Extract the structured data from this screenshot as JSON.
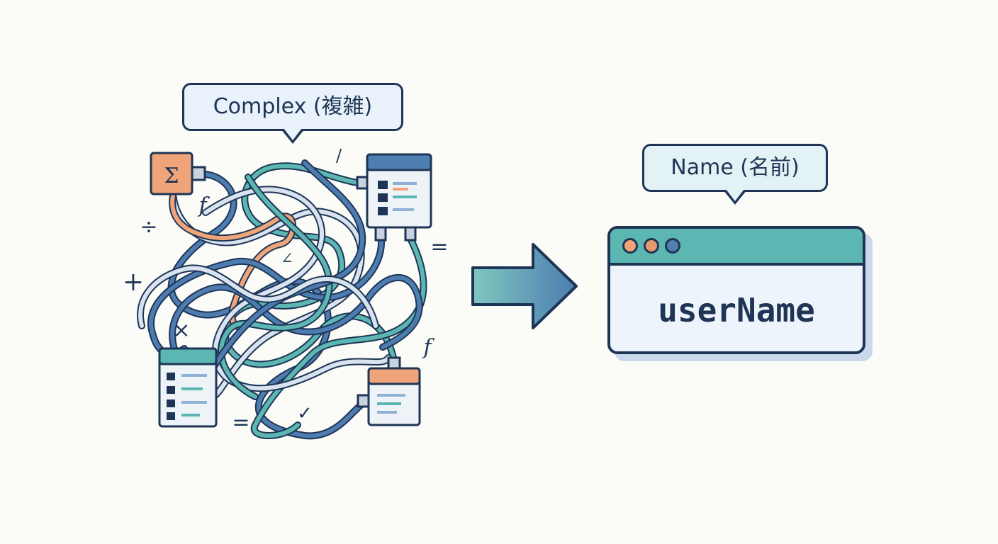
{
  "labels": {
    "complex_bubble": "Complex (複雑)",
    "name_bubble": "Name (名前)"
  },
  "math_symbols": [
    "Σ",
    "f",
    "÷",
    "+",
    "×",
    "=",
    "=",
    "f",
    "∠",
    "✓",
    "/"
  ],
  "name_window": {
    "value": "userName",
    "dot_colors": [
      "#f0a47a",
      "#e59a6e",
      "#4f7fb1"
    ]
  },
  "colors": {
    "navy": "#1f3556",
    "teal": "#4aa8a0",
    "blue": "#4d7db0",
    "orange": "#f0a47a",
    "light": "#d8e3ef"
  }
}
